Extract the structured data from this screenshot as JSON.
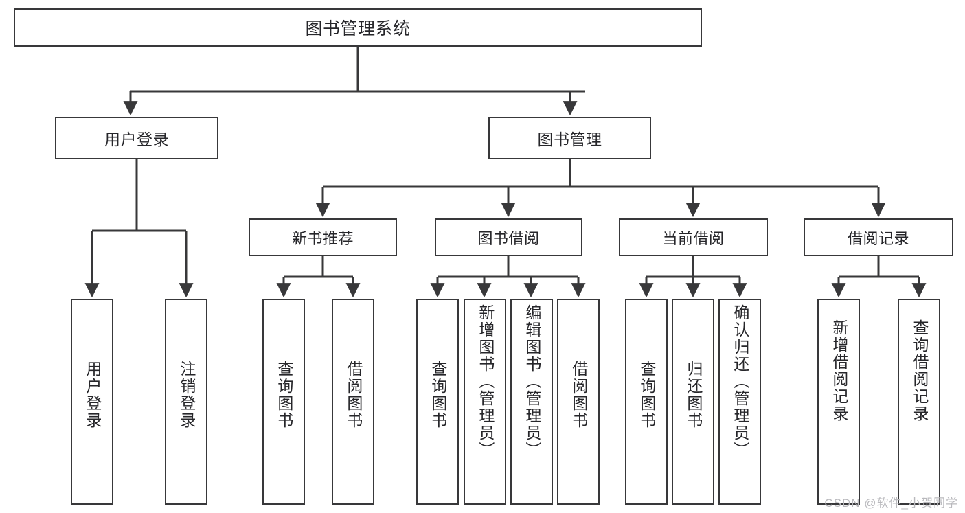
{
  "diagram": {
    "type": "tree-hierarchy-flowchart",
    "title": "图书管理系统",
    "background_color": "#ffffff",
    "box_border_color": "#38383a",
    "text_color": "#26262a",
    "connector_color": "#38383a"
  },
  "root": {
    "label": "图书管理系统"
  },
  "level2": [
    {
      "label": "用户登录"
    },
    {
      "label": "图书管理"
    }
  ],
  "level3": [
    {
      "label": "新书推荐"
    },
    {
      "label": "图书借阅"
    },
    {
      "label": "当前借阅"
    },
    {
      "label": "借阅记录"
    }
  ],
  "leaves": {
    "user_login": [
      {
        "label": "用户登录"
      },
      {
        "label": "注销登录"
      }
    ],
    "new_book_recommend": [
      {
        "label": "查询图书"
      },
      {
        "label": "借阅图书"
      }
    ],
    "book_borrow": [
      {
        "label": "查询图书"
      },
      {
        "label": "新增图书（管理员）"
      },
      {
        "label": "编辑图书（管理员）"
      },
      {
        "label": "借阅图书"
      }
    ],
    "current_borrow": [
      {
        "label": "查询图书"
      },
      {
        "label": "归还图书"
      },
      {
        "label": "确认归还（管理员）"
      }
    ],
    "borrow_record": [
      {
        "label": "新增借阅记录"
      },
      {
        "label": "查询借阅记录"
      }
    ]
  },
  "watermark": {
    "text": "CSDN @软件_小贺同学"
  }
}
